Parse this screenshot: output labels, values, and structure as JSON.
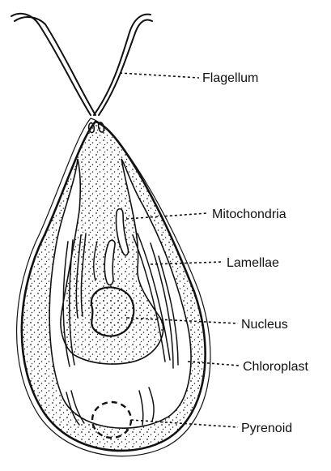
{
  "labels": {
    "flagellum": "Flagellum",
    "mitochondria": "Mitochondria",
    "lamellae": "Lamellae",
    "nucleus": "Nucleus",
    "chloroplast": "Chloroplast",
    "pyrenoid": "Pyrenoid"
  }
}
